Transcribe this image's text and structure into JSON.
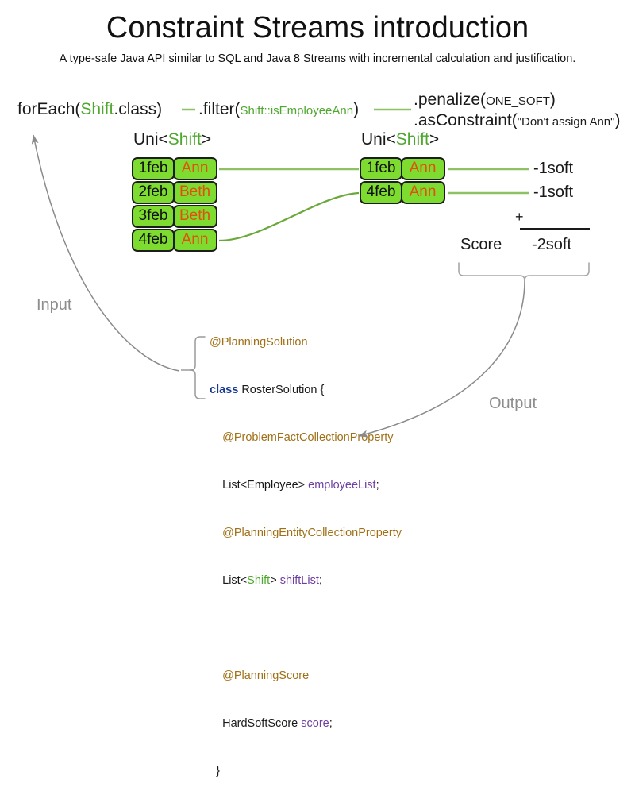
{
  "header": {
    "title": "Constraint Streams introduction",
    "subtitle": "A type-safe Java API similar to SQL and Java 8 Streams with incremental calculation and justification."
  },
  "pipeline": {
    "for_each": {
      "prefix": "forEach(",
      "type": "Shift",
      "suffix": ".class)"
    },
    "filter": {
      "prefix": ".filter(",
      "arg": "Shift::isEmployeeAnn",
      "suffix": ")"
    },
    "penalize": {
      "prefix": ".penalize(",
      "arg": "ONE_SOFT",
      "suffix": ")"
    },
    "as_constraint": {
      "prefix": ".asConstraint(",
      "arg": "\"Don't assign Ann\"",
      "suffix": ")"
    },
    "uni_left": {
      "prefix": "Uni<",
      "type": "Shift",
      "suffix": ">"
    },
    "uni_right": {
      "prefix": "Uni<",
      "type": "Shift",
      "suffix": ">"
    }
  },
  "streams": {
    "left_rows": [
      {
        "date": "1feb",
        "employee": "Ann"
      },
      {
        "date": "2feb",
        "employee": "Beth"
      },
      {
        "date": "3feb",
        "employee": "Beth"
      },
      {
        "date": "4feb",
        "employee": "Ann"
      }
    ],
    "right_rows": [
      {
        "date": "1feb",
        "employee": "Ann",
        "penalty": "-1soft"
      },
      {
        "date": "4feb",
        "employee": "Ann",
        "penalty": "-1soft"
      }
    ]
  },
  "score": {
    "label": "Score",
    "operator": "+",
    "total": "-2soft"
  },
  "code": {
    "l1_annotation": "@PlanningSolution",
    "l2_keyword": "class",
    "l2_name": " RosterSolution {",
    "l3_annotation": "@ProblemFactCollectionProperty",
    "l4_type": "List<Employee> ",
    "l4_var": "employeeList",
    "l4_semi": ";",
    "l5_annotation": "@PlanningEntityCollectionProperty",
    "l6_type_a": "List<",
    "l6_type_shift": "Shift",
    "l6_type_b": "> ",
    "l6_var": "shiftList",
    "l6_semi": ";",
    "l7_annotation": "@PlanningScore",
    "l8_type": "HardSoftScore ",
    "l8_var": "score",
    "l8_semi": ";",
    "l9_close": "}"
  },
  "annotations": {
    "input_label": "Input",
    "output_label": "Output"
  },
  "colors": {
    "shift_box_fill": "#7ddc2f",
    "shift_box_border": "#1d1d1d",
    "employee_text": "#e1500f",
    "type_green": "#4ea72e",
    "connector_green": "#8dc163",
    "annotation_gold": "#a07017",
    "keyword_blue": "#1a3a8f",
    "variable_purple": "#6f3fa0",
    "io_gray": "#8d8d8d"
  }
}
